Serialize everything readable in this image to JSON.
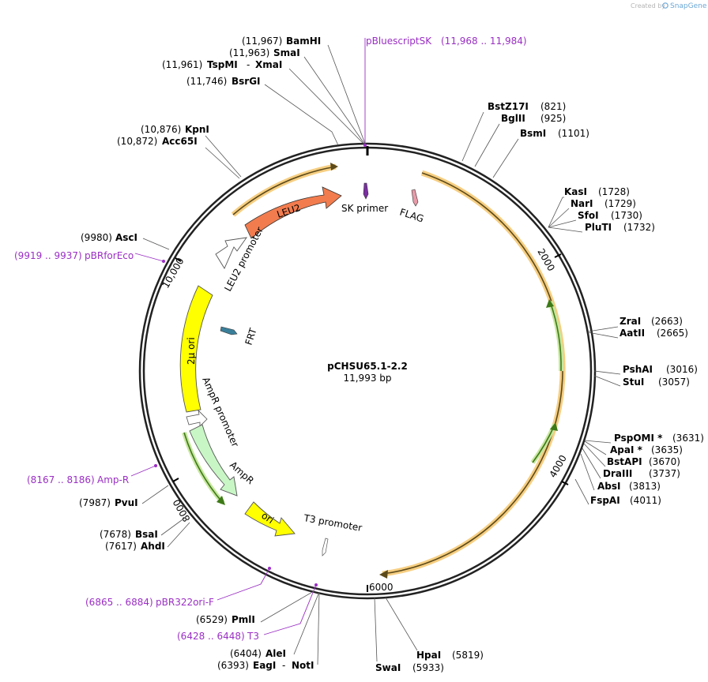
{
  "credit": {
    "prefix": "Created by",
    "brand": "SnapGene"
  },
  "plasmid": {
    "name": "pCHSU65.1-2.2",
    "size": "11,993 bp"
  },
  "ticks": [
    "2000",
    "4000",
    "6000",
    "8000",
    "10,000"
  ],
  "sites_right": [
    {
      "name": "BstZ17I",
      "pos": "(821)"
    },
    {
      "name": "BglII",
      "pos": "(925)"
    },
    {
      "name": "BsmI",
      "pos": "(1101)"
    },
    {
      "name": "KasI",
      "pos": "(1728)"
    },
    {
      "name": "NarI",
      "pos": "(1729)"
    },
    {
      "name": "SfoI",
      "pos": "(1730)"
    },
    {
      "name": "PluTI",
      "pos": "(1732)"
    },
    {
      "name": "ZraI",
      "pos": "(2663)"
    },
    {
      "name": "AatII",
      "pos": "(2665)"
    },
    {
      "name": "PshAI",
      "pos": "(3016)"
    },
    {
      "name": "StuI",
      "pos": "(3057)"
    },
    {
      "name": "PspOMI *",
      "pos": "(3631)"
    },
    {
      "name": "ApaI *",
      "pos": "(3635)"
    },
    {
      "name": "BstAPI",
      "pos": "(3670)"
    },
    {
      "name": "DraIII",
      "pos": "(3737)"
    },
    {
      "name": "AbsI",
      "pos": "(3813)"
    },
    {
      "name": "FspAI",
      "pos": "(4011)"
    },
    {
      "name": "HpaI",
      "pos": "(5819)"
    },
    {
      "name": "SwaI",
      "pos": "(5933)"
    }
  ],
  "sites_left": [
    {
      "name": "BamHI",
      "pos": "(11,967)"
    },
    {
      "name": "SmaI",
      "pos": "(11,963)"
    },
    {
      "name": "TspMI",
      "pos": "(11,961)",
      "name2": "XmaI"
    },
    {
      "name": "BsrGI",
      "pos": "(11,746)"
    },
    {
      "name": "KpnI",
      "pos": "(10,876)"
    },
    {
      "name": "Acc65I",
      "pos": "(10,872)"
    },
    {
      "name": "AscI",
      "pos": "(9980)"
    },
    {
      "name": "PvuI",
      "pos": "(7987)"
    },
    {
      "name": "BsaI",
      "pos": "(7678)"
    },
    {
      "name": "AhdI",
      "pos": "(7617)"
    },
    {
      "name": "PmlI",
      "pos": "(6529)"
    },
    {
      "name": "AleI",
      "pos": "(6404)"
    },
    {
      "name": "EagI",
      "pos": "(6393)",
      "name2": "NotI"
    }
  ],
  "primers": [
    {
      "name": "pBluescriptSK",
      "range": "(11,968 .. 11,984)"
    },
    {
      "name": "pBRforEco",
      "range": "(9919 .. 9937)"
    },
    {
      "name": "Amp-R",
      "range": "(8167 .. 8186)"
    },
    {
      "name": "pBR322ori-F",
      "range": "(6865 .. 6884)"
    },
    {
      "name": "T3",
      "range": "(6428 .. 6448)"
    }
  ],
  "features": {
    "leu2": "LEU2",
    "leu2_promoter": "LEU2 promoter",
    "sk_primer": "SK primer",
    "flag": "FLAG",
    "frt": "FRT",
    "two_micron_ori": "2µ ori",
    "ampr_promoter": "AmpR promoter",
    "ampr": "AmpR",
    "ori": "ori",
    "t3_promoter": "T3 promoter"
  },
  "colors": {
    "leu2": "#f27c4e",
    "two_micron_ori": "#ffff00",
    "ampr": "#c8f7c5",
    "ori": "#ffff00",
    "orf_highlight": "#f5c66b",
    "orf_arrow": "#5a9e1f",
    "primer": "#9a2fc4",
    "frt": "#3a7f9a"
  }
}
